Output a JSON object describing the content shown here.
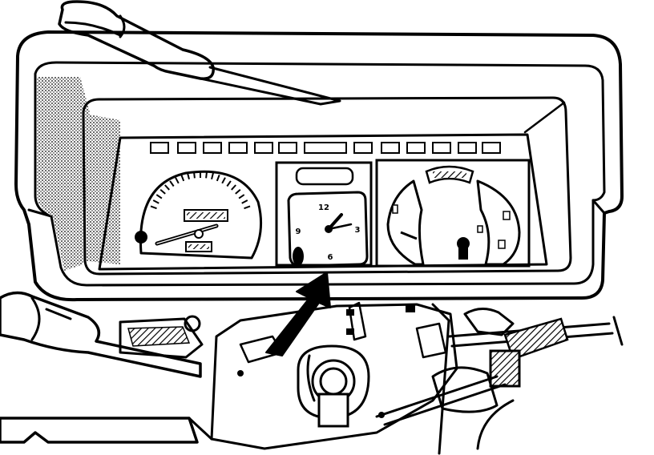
{
  "diagram": {
    "clock_numerals": [
      "12",
      "3",
      "6",
      "9"
    ],
    "colors": {
      "ink": "#000000",
      "paper": "#ffffff",
      "stipple": "#9a9a9a"
    },
    "icons": [
      "arrow-icon",
      "speedometer-icon",
      "clock-icon",
      "fuel-gauge-icon",
      "temperature-gauge-icon",
      "steering-column-icon",
      "light-switch-stalk-icon"
    ]
  }
}
